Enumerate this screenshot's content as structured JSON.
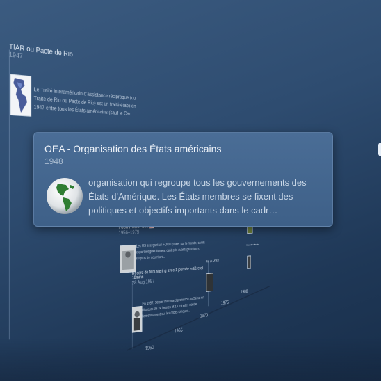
{
  "timeline": {
    "events": [
      {
        "id": "tiar",
        "title": "TIAR ou Pacte de Rio",
        "year": "1947",
        "text": "Le Traité interaméricain d'assistance réciproque (ou Traité de Rio ou Pacte de Rio) est un traité établi en 1947 entre tous les États américains (sauf le Can"
      },
      {
        "id": "food-power",
        "title": "Food Power des",
        "flag": "US",
        "year": "1956–1979",
        "text": "Les US exerçant un FOOD power sur le monde, car ils exportent gratuitement ou à prix avantageux leurs surplus de nourriture..."
      },
      {
        "id": "filibustering",
        "title": "Record de filibustering avec 1 journée entière et 18mins",
        "year": "28 Aug 1957",
        "text": "En 1957, Strom Thurmond prononce au Sénat un discours de 24 heures et 18 minutes contre l'amendement sur les droits civiques..."
      },
      {
        "id": "fin-ussr",
        "title": "Fin de URSS",
        "year": "",
        "text": ""
      },
      {
        "id": "small-right-1",
        "title": "Président",
        "year": "",
        "text": ""
      },
      {
        "id": "small-right-2",
        "title": "Crise des Missiles",
        "year": "",
        "text": ""
      }
    ],
    "axis_ticks": [
      "1960",
      "1965",
      "1970",
      "1975",
      "1980"
    ]
  },
  "focused_card": {
    "title": "OEA - Organisation des États américains",
    "year": "1948",
    "text": "organisation qui regroupe tous les gouvernements des États d'Amérique. Les États membres se fixent des politiques et objectifs importants dans le cadr…",
    "icon": "globe-americas-icon"
  },
  "colors": {
    "background": "#2e4c70",
    "card": "#45678f",
    "accent_text": "#c8d6e6"
  }
}
